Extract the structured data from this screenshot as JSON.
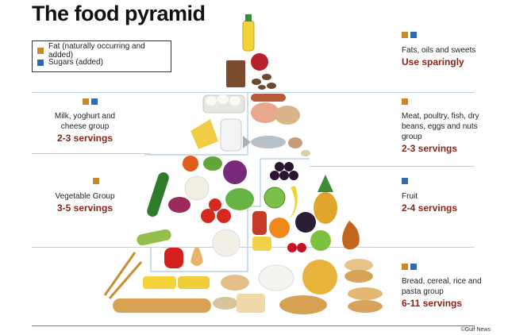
{
  "title": "The food pyramid",
  "legend": {
    "fat": "Fat (naturally occurring and added)",
    "sugar": "Sugars (added)"
  },
  "colors": {
    "fat": "#c8892a",
    "sugar": "#2f6bb3",
    "servings": "#8b2316",
    "divider": "#b9d3e6"
  },
  "groups": {
    "fats": {
      "name": "Fats, oils and sweets",
      "servings": "Use sparingly"
    },
    "meat": {
      "name": "Meat, poultry, fish, dry beans, eggs and nuts group",
      "servings": "2-3 servings"
    },
    "milk": {
      "name": "Milk, yoghurt and cheese group",
      "servings": "2-3 servings"
    },
    "vegetable": {
      "name": "Vegetable Group",
      "servings": "3-5 servings"
    },
    "fruit": {
      "name": "Fruit",
      "servings": "2-4 servings"
    },
    "bread": {
      "name": "Bread, cereal, rice and pasta group",
      "servings": "6-11 servings"
    }
  },
  "credit": "©Gulf News"
}
